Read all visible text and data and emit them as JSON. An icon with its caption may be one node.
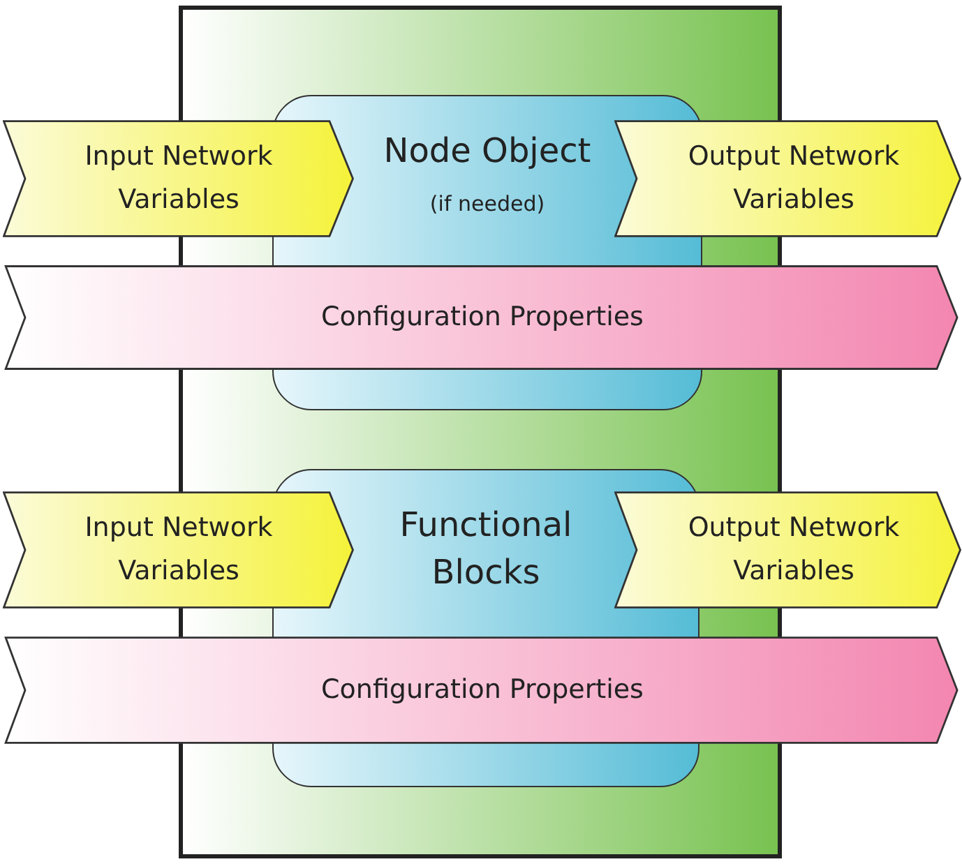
{
  "diagram": {
    "nodes": [
      {
        "text": [],
        "shape": "box"
      },
      {
        "text": [
          "Node Object",
          "(if needed)"
        ],
        "in": 0
      },
      {
        "text": [
          "Input Network Variables"
        ]
      },
      {
        "text": [
          "Output Network Variables"
        ]
      },
      {
        "text": [
          "Configuration Properties"
        ]
      },
      {
        "text": [
          "Functional Blocks"
        ],
        "in": 0
      },
      {
        "text": [
          "Input Network Variables"
        ]
      },
      {
        "text": [
          "Output Network Variables"
        ]
      },
      {
        "text": [
          "Configuration Properties"
        ]
      }
    ]
  }
}
